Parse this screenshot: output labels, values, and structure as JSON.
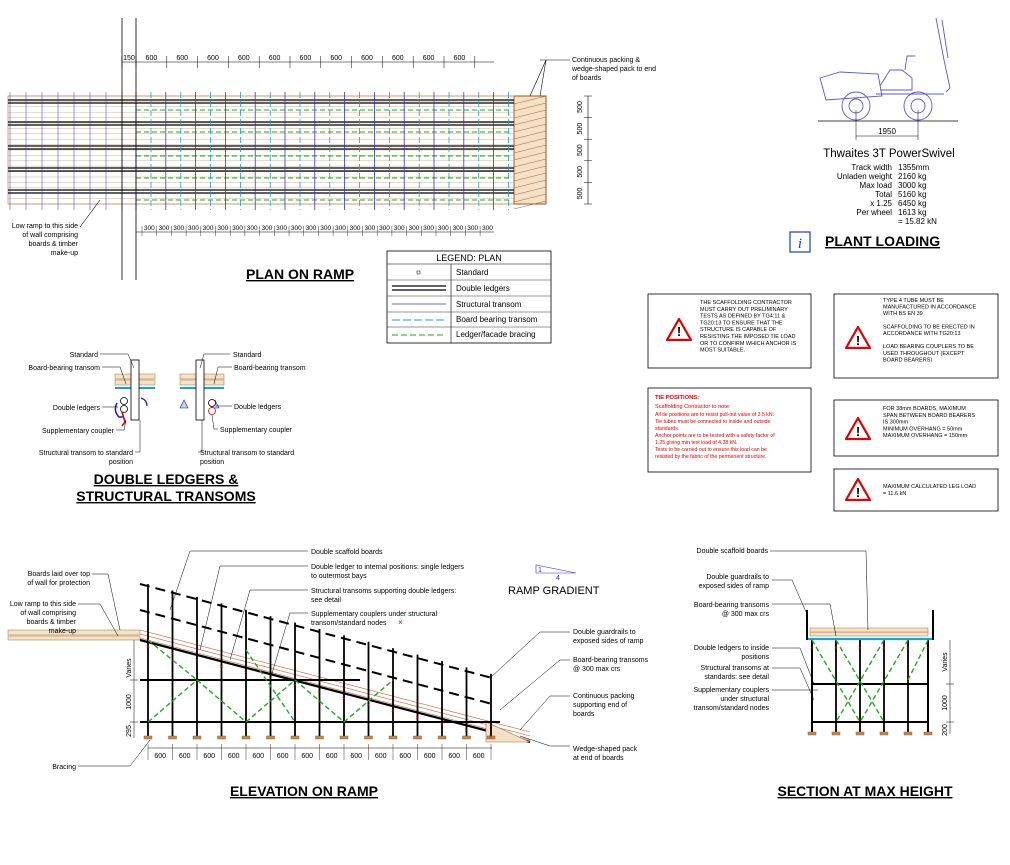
{
  "titles": {
    "plan": "PLAN ON RAMP",
    "double_ledgers": [
      "DOUBLE LEDGERS &",
      "STRUCTURAL TRANSOMS"
    ],
    "elevation": "ELEVATION ON RAMP",
    "section": "SECTION AT MAX HEIGHT",
    "plant": "PLANT LOADING",
    "ramp_gradient": "RAMP GRADIENT"
  },
  "plan": {
    "top_dims": [
      "150",
      "600",
      "600",
      "600",
      "600",
      "600",
      "600",
      "600",
      "600",
      "600",
      "600",
      "600"
    ],
    "bottom_dim": "300",
    "side_dims": [
      "500",
      "500",
      "500",
      "500",
      "500"
    ],
    "note_packing": [
      "Continuous packing &",
      "wedge-shaped pack to end",
      "of boards"
    ],
    "note_low_ramp": [
      "Low ramp to this side",
      "of wall comprising",
      "boards & timber",
      "make-up"
    ]
  },
  "legend": {
    "title": "LEGEND: PLAN",
    "items": [
      "Standard",
      "Double ledgers",
      "Structural transom",
      "Board bearing transom",
      "Ledger/facade bracing"
    ],
    "colors": {
      "standard": "#000000",
      "structural": "#3333cc",
      "board_bearing": "#1aa3c8",
      "bracing": "#22aa22"
    }
  },
  "detail": {
    "left_labels": [
      "Standard",
      "Board-bearing transom",
      "Double ledgers",
      "Supplementary coupler",
      "Structural transom to standard",
      "position"
    ],
    "right_labels": [
      "Standard",
      "Board-bearing transom",
      "Double ledgers",
      "Supplementary coupler",
      "Structural transom to standard",
      "position"
    ]
  },
  "plant": {
    "dim": "1950",
    "name": "Thwaites 3T PowerSwivel",
    "rows": [
      {
        "label": "Track width",
        "value": "1355mm"
      },
      {
        "label": "Unladen weight",
        "value": "2160 kg"
      },
      {
        "label": "Max load",
        "value": "3000 kg"
      },
      {
        "label": "Total",
        "value": "5160 kg"
      },
      {
        "label": "x 1.25",
        "value": "6450 kg"
      },
      {
        "label": "Per wheel",
        "value": "1613 kg"
      },
      {
        "label": "",
        "value": "= 15.82 kN"
      }
    ],
    "info_icon": "i"
  },
  "warnings": {
    "w1": [
      "THE SCAFFOLDING CONTRACTOR",
      "MUST CARRY OUT PRELIMINARY",
      "TESTS AS DEFINED BY TG4:11 &",
      "TG20:13 TO ENSURE THAT THE",
      "STRUCTURE IS CAPABLE OF",
      "RESISTING THE IMPOSED TIE LOAD",
      "OR TO CONFIRM WHICH ANCHOR IS",
      "MOST SUITABLE."
    ],
    "w2": [
      "TYPE 4 TUBE MUST BE",
      "MANUFACTURED IN ACCORDANCE",
      "WITH BS EN 39",
      "",
      "SCAFFOLDING TO BE ERECTED IN",
      "ACCORDANCE WITH TG20:13",
      "",
      "LOAD BEARING COUPLERS TO BE",
      "USED THROUGHOUT (EXCEPT",
      "BOARD BEARERS)"
    ],
    "w3": [
      "FOR 38mm BOARDS, MAXIMUM",
      "SPAN BETWEEN BOARD BEARERS",
      "IS 300mm",
      "MINIMUM OVERHANG = 50mm",
      "MAXIMUM OVERHANG = 150mm"
    ],
    "w4": [
      "MAXIMUM CALCULATED LEG LOAD",
      "= 11.6 kN"
    ],
    "tie_title": "TIE POSITIONS:",
    "tie_sub": "Scaffolding Contractor to note:",
    "tie_lines": [
      "All tie positions are to resist pull-out value of 3.5 kN.",
      "Tie tubes must be connected to inside and outside",
      "standards.",
      "Anchor points are to be tested with a safety factor of",
      "1.25 giving min test load of 4.38 kN.",
      "Tests to be carried out to ensure this load can be",
      "resisted by the fabric of the permenent structure."
    ]
  },
  "elevation": {
    "labels": [
      "Double scaffold boards",
      "Double ledger to internal positions: single ledgers",
      "to outermost bays",
      "Structural transoms supporting double ledgers:",
      "see detail",
      "Supplementary couplers under structural",
      "transom/standard nodes"
    ],
    "left_labels": [
      "Boards laid over top",
      "of wall for protection",
      "Low ramp to this side",
      "of wall comprising",
      "boards & timber",
      "make-up"
    ],
    "right_labels": [
      "Double guardrails to",
      "exposed sides of ramp",
      "Board-bearing transoms",
      "@ 300 max crs",
      "Continuous packing",
      "supporting end of",
      "boards",
      "Wedge-shaped pack",
      "at end of boards"
    ],
    "bracing": "Bracing",
    "bay": "600",
    "vert_dims": [
      "Varies",
      "1000",
      "295"
    ],
    "gradient": {
      "rise": "1",
      "run": "4"
    }
  },
  "section": {
    "labels": [
      "Double scaffold boards",
      "Double guardrails to",
      "exposed sides of ramp",
      "Board-bearing transoms",
      "@ 300 max crs",
      "Double ledgers to inside",
      "positions",
      "Structural transoms at",
      "standards: see detail",
      "Supplementary couplers",
      "under structural",
      "transom/standard nodes"
    ],
    "vert_dims": [
      "Varies",
      "1000",
      "200"
    ]
  }
}
